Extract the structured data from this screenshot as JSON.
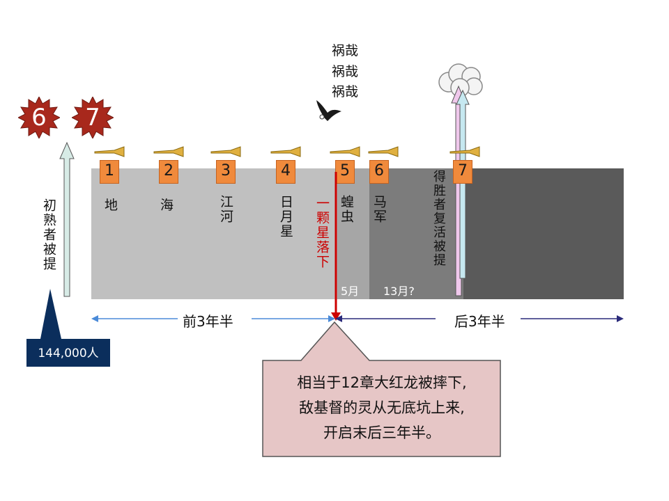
{
  "seals": [
    {
      "label": "6"
    },
    {
      "label": "7"
    }
  ],
  "rapture_left": {
    "label": "初熟者被提"
  },
  "people_count": {
    "label": "144,000人"
  },
  "woe": {
    "lines": [
      "祸哉",
      "祸哉",
      "祸哉"
    ]
  },
  "trumpets": [
    {
      "number": "1",
      "subject": "地"
    },
    {
      "number": "2",
      "subject": "海"
    },
    {
      "number": "3",
      "subject": "江河"
    },
    {
      "number": "4",
      "subject": "日月星"
    },
    {
      "number": "5",
      "subject": "蝗虫"
    },
    {
      "number": "6",
      "subject": "马军"
    },
    {
      "number": "7",
      "subject": ""
    }
  ],
  "star_fall": {
    "label": "一颗星落下"
  },
  "durations": {
    "fifth": "5月",
    "sixth": "13月?"
  },
  "rapture_right": {
    "label": "得胜者复活被提"
  },
  "timeline": {
    "first_half": "前3年半",
    "second_half": "后3年半"
  },
  "callout": {
    "lines": [
      "相当于12章大红龙被摔下,",
      "敌基督的灵从无底坑上来,",
      "开启末后三年半。"
    ]
  },
  "colors": {
    "band_light": "#c0c0c0",
    "band_mid": "#7c7c7c",
    "band_dark": "#5a5a5a",
    "seal_red": "#a8281c",
    "trumpet_orange": "#f08a3c",
    "star_red": "#cc0000",
    "first_arrow": "#4a8ad8",
    "second_arrow": "#2a2a7a",
    "callout_bg": "#e6c6c6",
    "people_bg": "#0b2e5c"
  }
}
